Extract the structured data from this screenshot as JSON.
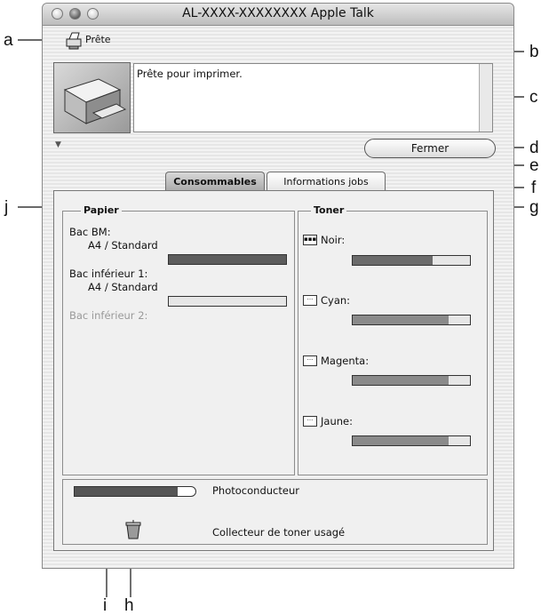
{
  "window": {
    "title": "AL-XXXX-XXXXXXXX Apple Talk"
  },
  "status": {
    "short": "Prête",
    "message": "Prête pour imprimer."
  },
  "buttons": {
    "close_label": "Fermer"
  },
  "tabs": [
    {
      "label": "Consommables",
      "active": true
    },
    {
      "label": "Informations jobs",
      "active": false
    }
  ],
  "paper": {
    "legend": "Papier",
    "trays": [
      {
        "name": "Bac BM:",
        "size": "A4 / Standard",
        "level": 1.0,
        "enabled": true
      },
      {
        "name": "Bac inférieur 1:",
        "size": "A4 / Standard",
        "level": 0.0,
        "enabled": true
      },
      {
        "name": "Bac inférieur 2:",
        "enabled": false
      }
    ]
  },
  "toner": {
    "legend": "Toner",
    "colors": [
      {
        "name": "Noir:",
        "level": 0.68
      },
      {
        "name": "Cyan:",
        "level": 0.82
      },
      {
        "name": "Magenta:",
        "level": 0.82
      },
      {
        "name": "Jaune:",
        "level": 0.82
      }
    ]
  },
  "consumables": {
    "photoconductor_label": "Photoconducteur",
    "photoconductor_level": 0.85,
    "waste_toner_label": "Collecteur de toner usagé"
  },
  "callouts": [
    "a",
    "b",
    "c",
    "d",
    "e",
    "f",
    "g",
    "h",
    "i",
    "j"
  ]
}
